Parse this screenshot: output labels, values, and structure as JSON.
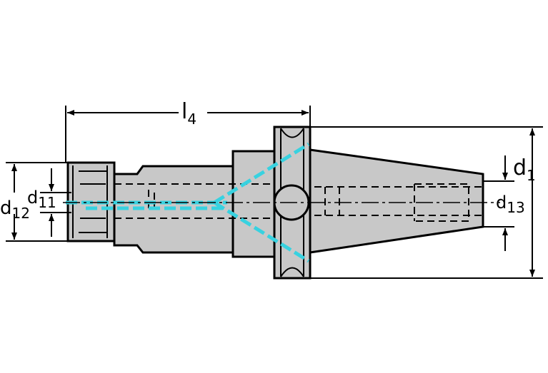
{
  "colors": {
    "body_fill": "#c8c8c8",
    "outline": "#000000",
    "coolant": "#38d2e0"
  },
  "labels": {
    "l4": {
      "main": "l",
      "sub": "4"
    },
    "d1": {
      "main": "d",
      "sub": "1"
    },
    "d11": {
      "main": "d",
      "sub": "11"
    },
    "d12": {
      "main": "d",
      "sub": "12"
    },
    "d13": {
      "main": "d",
      "sub": "13"
    }
  }
}
